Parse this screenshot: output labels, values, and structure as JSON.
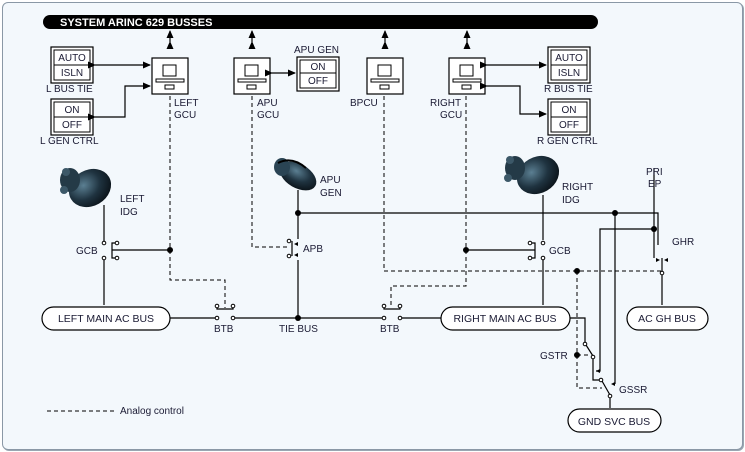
{
  "title": "SYSTEM ARINC 629 BUSSES",
  "controllers": {
    "left_gcu": [
      "LEFT",
      "GCU"
    ],
    "apu_gcu": [
      "APU",
      "GCU"
    ],
    "bpcu": "BPCU",
    "right_gcu": [
      "RIGHT",
      "GCU"
    ]
  },
  "switches": {
    "l_bus_tie": {
      "top": "AUTO",
      "bottom": "ISLN",
      "label": "L BUS TIE"
    },
    "l_gen_ctrl": {
      "top": "ON",
      "bottom": "OFF",
      "label": "L GEN CTRL"
    },
    "apu_gen": {
      "top": "ON",
      "bottom": "OFF",
      "label": "APU GEN"
    },
    "r_bus_tie": {
      "top": "AUTO",
      "bottom": "ISLN",
      "label": "R BUS TIE"
    },
    "r_gen_ctrl": {
      "top": "ON",
      "bottom": "OFF",
      "label": "R GEN CTRL"
    }
  },
  "generators": {
    "left_idg": [
      "LEFT",
      "IDG"
    ],
    "apu_gen": [
      "APU",
      "GEN"
    ],
    "right_idg": [
      "RIGHT",
      "IDG"
    ]
  },
  "breakers": {
    "left_gcb": "GCB",
    "right_gcb": "GCB",
    "apb": "APB",
    "btb_left": "BTB",
    "btb_right": "BTB",
    "ghr": "GHR",
    "gstr": "GSTR",
    "gssr": "GSSR"
  },
  "pri_ep": [
    "PRI",
    "EP"
  ],
  "buses": {
    "left_main": "LEFT MAIN AC BUS",
    "tie": "TIE BUS",
    "right_main": "RIGHT MAIN AC BUS",
    "ac_gh": "AC GH BUS",
    "gnd_svc": "GND SVC BUS"
  },
  "legend": {
    "analog_control": "Analog control"
  }
}
